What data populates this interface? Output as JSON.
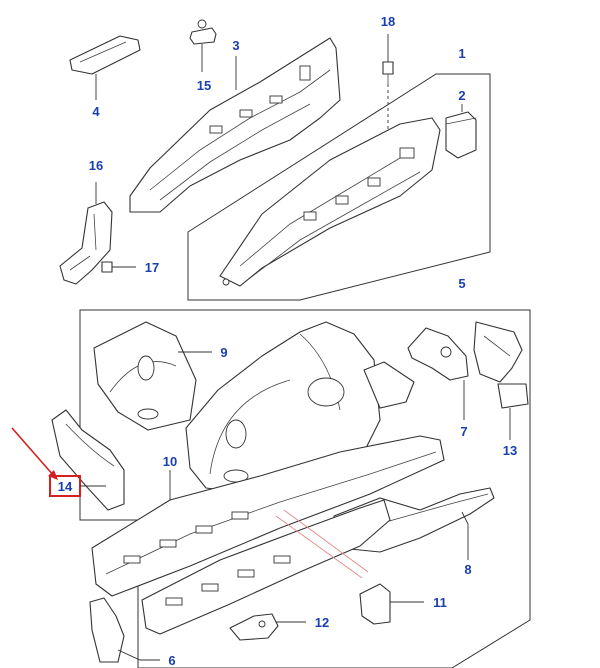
{
  "colors": {
    "callout": "#1a3fb0",
    "highlight": "#d61f1f",
    "line": "#333333"
  },
  "callouts": {
    "c1": "1",
    "c2": "2",
    "c3": "3",
    "c4": "4",
    "c5": "5",
    "c6": "6",
    "c7": "7",
    "c8": "8",
    "c9": "9",
    "c10": "10",
    "c11": "11",
    "c12": "12",
    "c13": "13",
    "c14": "14",
    "c15": "15",
    "c16": "16",
    "c17": "17",
    "c18": "18"
  },
  "highlighted_callout": "14"
}
